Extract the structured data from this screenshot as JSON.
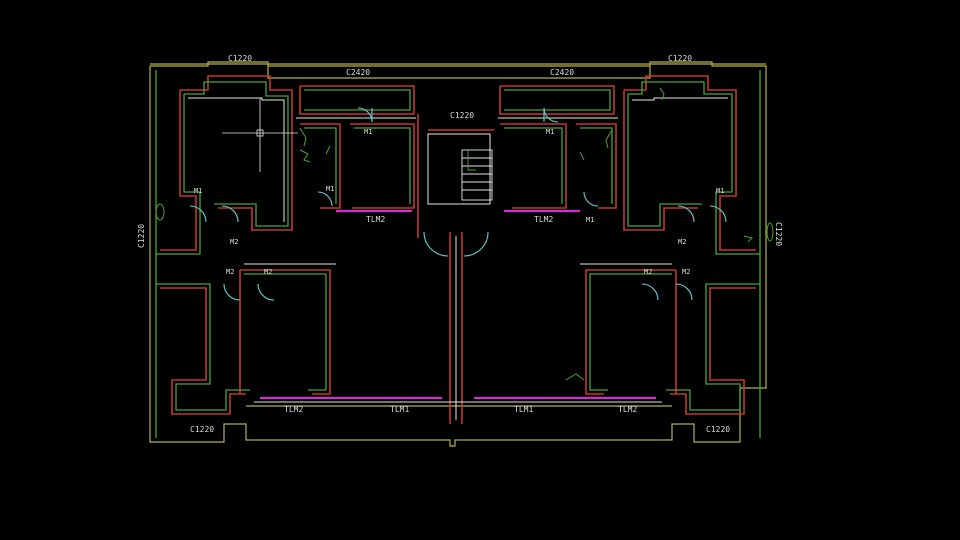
{
  "colors": {
    "background": "#000000",
    "outline": "#b5b04a",
    "wall_green": "#4aa52e",
    "wall_red": "#c0392b",
    "wall_white": "#e6e6e6",
    "door_cyan": "#5fd0d6",
    "glass_magenta": "#d22fd2",
    "label": "#d9d9d9"
  },
  "labels": {
    "window_top_left": "C1220",
    "window_top_right": "C1220",
    "window_top_left_wide": "C2420",
    "window_top_right_wide": "C2420",
    "window_stair": "C1220",
    "window_side_left": "C1220",
    "window_side_right": "C1220",
    "window_bottom_left": "C1220",
    "window_bottom_right": "C1220",
    "door_m1_a": "M1",
    "door_m1_b": "M1",
    "door_m1_c": "M1",
    "door_m1_d": "M1",
    "door_m1_e": "M1",
    "door_m2_a": "M2",
    "door_m2_b": "M2",
    "door_m2_c": "M2",
    "door_m2_d": "M2",
    "door_m2_e": "M2",
    "door_m2_f": "M2",
    "tlm2_top_left": "TLM2",
    "tlm2_top_right": "TLM2",
    "tlm2_bottom_left": "TLM2",
    "tlm2_bottom_right": "TLM2",
    "tlm1_left": "TLM1",
    "tlm1_right": "TLM1"
  },
  "icons": {
    "cursor": "crosshair-cursor-icon",
    "stair": "staircase-icon"
  }
}
